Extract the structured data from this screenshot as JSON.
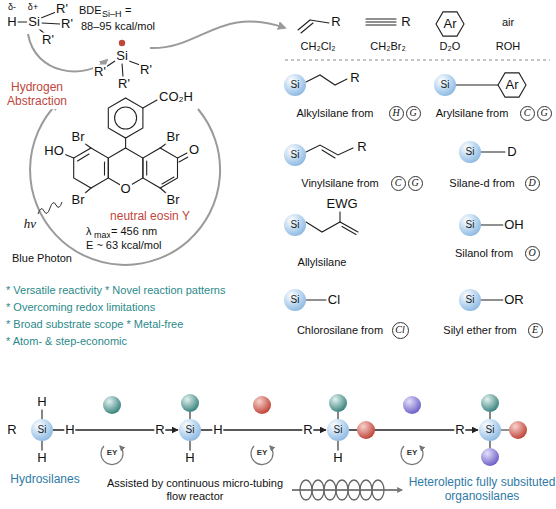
{
  "diagram": {
    "nodes": [
      {
        "text": [
          "Si"
        ]
      },
      {
        "text": [
          "H"
        ]
      },
      {
        "text": [
          "G"
        ]
      },
      {
        "text": [
          "Si"
        ]
      },
      {
        "text": [
          "C"
        ]
      },
      {
        "text": [
          "G"
        ]
      },
      {
        "text": [
          "Si"
        ]
      },
      {
        "text": [
          "C"
        ]
      },
      {
        "text": [
          "G"
        ]
      },
      {
        "text": [
          "Si"
        ]
      },
      {
        "text": [
          "D"
        ]
      },
      {
        "text": [
          "Si"
        ]
      },
      {
        "text": [
          "Si"
        ]
      },
      {
        "text": [
          "O"
        ]
      },
      {
        "text": [
          "Si"
        ]
      },
      {
        "text": [
          "Cl"
        ]
      },
      {
        "text": [
          "Si"
        ]
      },
      {
        "text": [
          "E"
        ]
      },
      {
        "text": [
          "Si"
        ]
      },
      {
        "text": [
          "Si"
        ]
      },
      {
        "text": [
          "Si"
        ]
      },
      {
        "text": [
          "Si"
        ]
      }
    ],
    "edges": [
      {
        "from": 18,
        "to": 19,
        "arrow": "to"
      },
      {
        "from": 19,
        "to": 20,
        "arrow": "to"
      },
      {
        "from": 20,
        "to": 21,
        "arrow": "to"
      }
    ],
    "labels": [
      "δ-",
      "δ+",
      "H",
      "Si",
      "R'",
      "R'",
      "R'",
      "BDE",
      "Si–H",
      "=",
      "88–95 kcal/mol",
      "Hydrogen Abstraction",
      "Si",
      "R'",
      "R'",
      "R'",
      "CO₂H",
      "Br",
      "Br",
      "HO",
      "O",
      "Br",
      "Br",
      "O",
      "neutral eosin Y",
      "hν",
      "Blue Photon",
      "λ",
      "max",
      "= 456 nm",
      "E ~ 63 kcal/mol",
      "R",
      "R",
      "Ar",
      "air",
      "CH₂Cl₂",
      "CH₂Br₂",
      "D₂O",
      "ROH",
      "R",
      "Alkylsilane from",
      "Ar",
      "Arylsilane from",
      "R",
      "Vinylsilane from",
      "D",
      "Silane-d from",
      "EWG",
      "Allylsilane",
      "OH",
      "Silanol from",
      "Cl",
      "Chlorosilane from",
      "OR",
      "Silyl ether from",
      "* Versatile reactivity * Novel reaction patterns",
      "* Overcoming redox limitations",
      "* Broad substrate scope * Metal-free",
      "* Atom- & step-economic",
      "R",
      "H",
      "H",
      "H",
      "Hydrosilanes",
      "EY",
      "R",
      "H",
      "H",
      "EY",
      "R",
      "H",
      "EY",
      "R",
      "Assisted by continuous micro-tubing flow reactor",
      "Heteroleptic fully subsituted organosilanes"
    ]
  }
}
